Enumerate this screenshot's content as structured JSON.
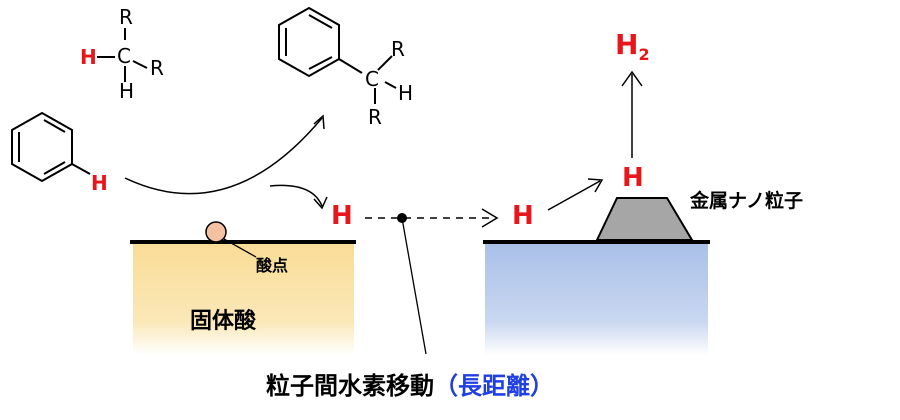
{
  "reactant_alkane": {
    "r_top": "R",
    "h_left": "H",
    "c": "C",
    "r_right": "R",
    "h_bottom": "H"
  },
  "reactant_benzene": {
    "h": "H"
  },
  "product": {
    "r_top": "R",
    "c": "C",
    "h": "H",
    "r_bottom": "R"
  },
  "h_on_acid": "H",
  "h_on_support": "H",
  "h_on_metal": "H",
  "h2": {
    "h": "H",
    "sub": "2"
  },
  "acid_site_label": "酸点",
  "solid_acid_label": "固体酸",
  "metal_label": "金属ナノ粒子",
  "caption_main": "粒子間水素移動",
  "caption_paren": "（長距離）",
  "colors": {
    "hydrogen": "#e8161b",
    "acid_fill": "#f9dc96",
    "support_fill": "#a9c0e8",
    "metal_fill": "#a6a6a6",
    "caption_paren": "#1f3fe0",
    "acid_site": "#f4c2a3"
  }
}
